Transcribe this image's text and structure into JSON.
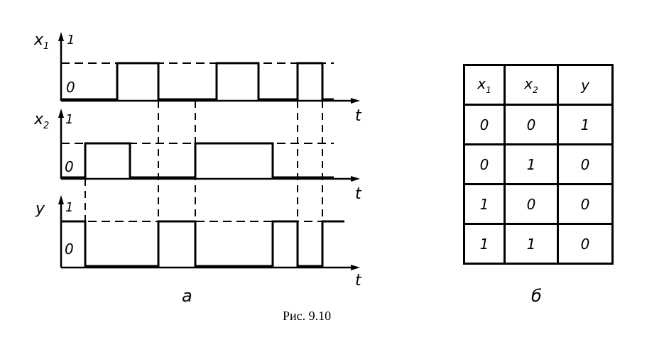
{
  "timing": {
    "x1": {
      "label": "x",
      "sub": "1",
      "high": "1",
      "low": "0",
      "t": "t"
    },
    "x2": {
      "label": "x",
      "sub": "2",
      "high": "1",
      "low": "0",
      "t": "t"
    },
    "y": {
      "label": "y",
      "high": "1",
      "low": "0",
      "t": "t"
    },
    "part_label": "a"
  },
  "table": {
    "headers": [
      {
        "main": "x",
        "sub": "1"
      },
      {
        "main": "x",
        "sub": "2"
      },
      {
        "main": "y",
        "sub": ""
      }
    ],
    "rows": [
      [
        "0",
        "0",
        "1"
      ],
      [
        "0",
        "1",
        "0"
      ],
      [
        "1",
        "0",
        "0"
      ],
      [
        "1",
        "1",
        "0"
      ]
    ],
    "part_label": "б"
  },
  "caption": "Рис. 9.10"
}
